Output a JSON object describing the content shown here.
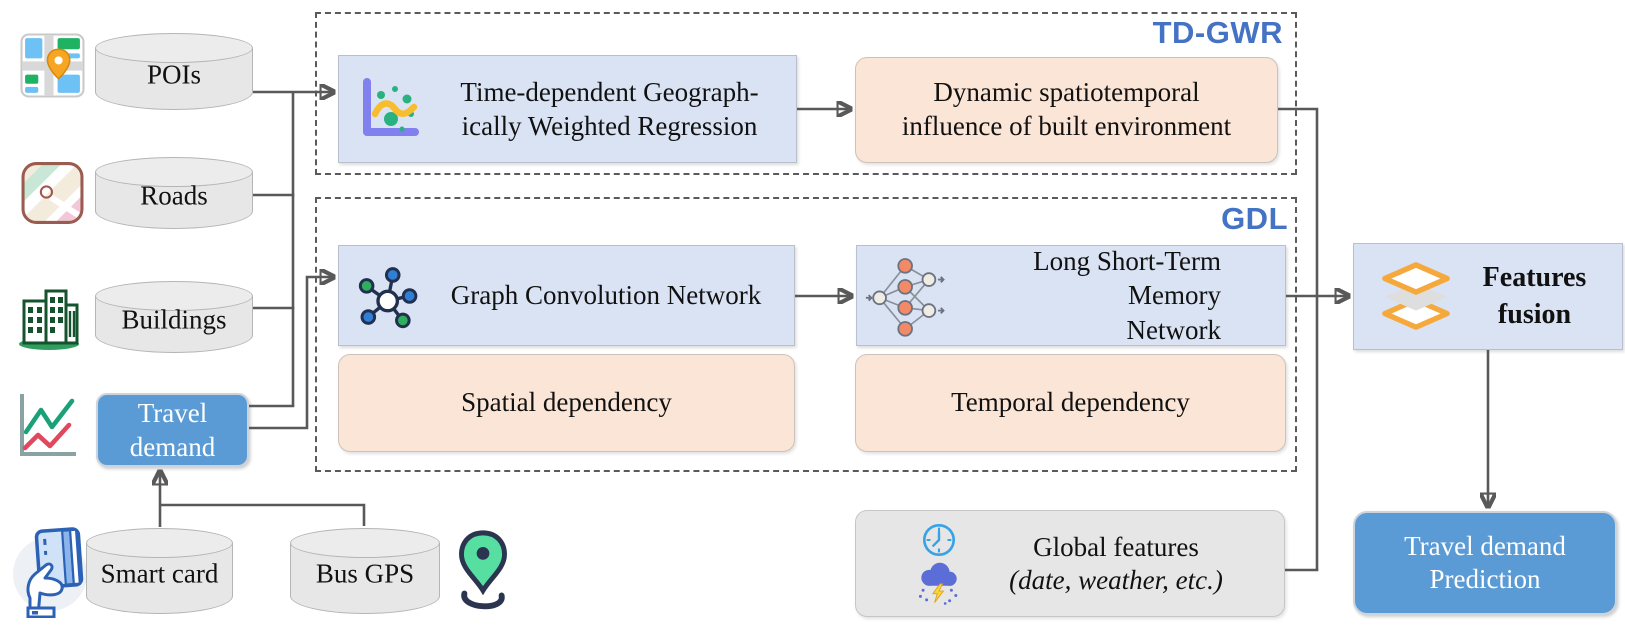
{
  "sources": {
    "pois": "POIs",
    "roads": "Roads",
    "buildings": "Buildings",
    "travel_demand": "Travel demand",
    "smart_card": "Smart card",
    "bus_gps": "Bus GPS"
  },
  "td_gwr": {
    "tag": "TD-GWR",
    "model_line1": "Time-dependent Geograph-",
    "model_line2": "ically Weighted Regression",
    "output_line1": "Dynamic spatiotemporal",
    "output_line2": "influence of built environment"
  },
  "gdl": {
    "tag": "GDL",
    "gcn_label": "Graph Convolution Network",
    "lstm_line1": "Long Short-Term Memory",
    "lstm_line2": "Network",
    "spatial_label": "Spatial dependency",
    "temporal_label": "Temporal dependency"
  },
  "fusion": {
    "line1": "Features",
    "line2": "fusion"
  },
  "global_features": {
    "line1": "Global features",
    "line2": "(date, weather, etc.)"
  },
  "prediction": {
    "line1": "Travel demand",
    "line2": "Prediction"
  },
  "icons": [
    "map-poi-icon",
    "roads-map-icon",
    "buildings-icon",
    "line-chart-icon",
    "smart-card-icon",
    "gps-pin-icon",
    "scatter-plot-icon",
    "graph-network-icon",
    "neural-network-icon",
    "layers-icon",
    "clock-icon",
    "storm-cloud-icon"
  ],
  "colors": {
    "solid_blue": "#5b9bd5",
    "light_blue_fill": "#dae3f3",
    "peach_fill": "#fbe5d6",
    "gray_fill": "#e7e6e6",
    "tag_blue": "#4472c4",
    "connector_gray": "#595959"
  }
}
